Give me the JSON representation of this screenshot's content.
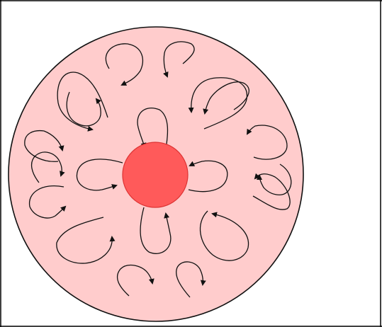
{
  "diagram": {
    "colors": {
      "outer_fill": "#ffcccc",
      "outer_stroke": "#111111",
      "core_fill": "#ff5a5a",
      "core_stroke": "#dd3333",
      "loop_stroke": "#111111",
      "background": "#ffffff"
    },
    "inner_loop_count": 4,
    "middle_loop_count": 8,
    "outer_loop_count": 8
  }
}
